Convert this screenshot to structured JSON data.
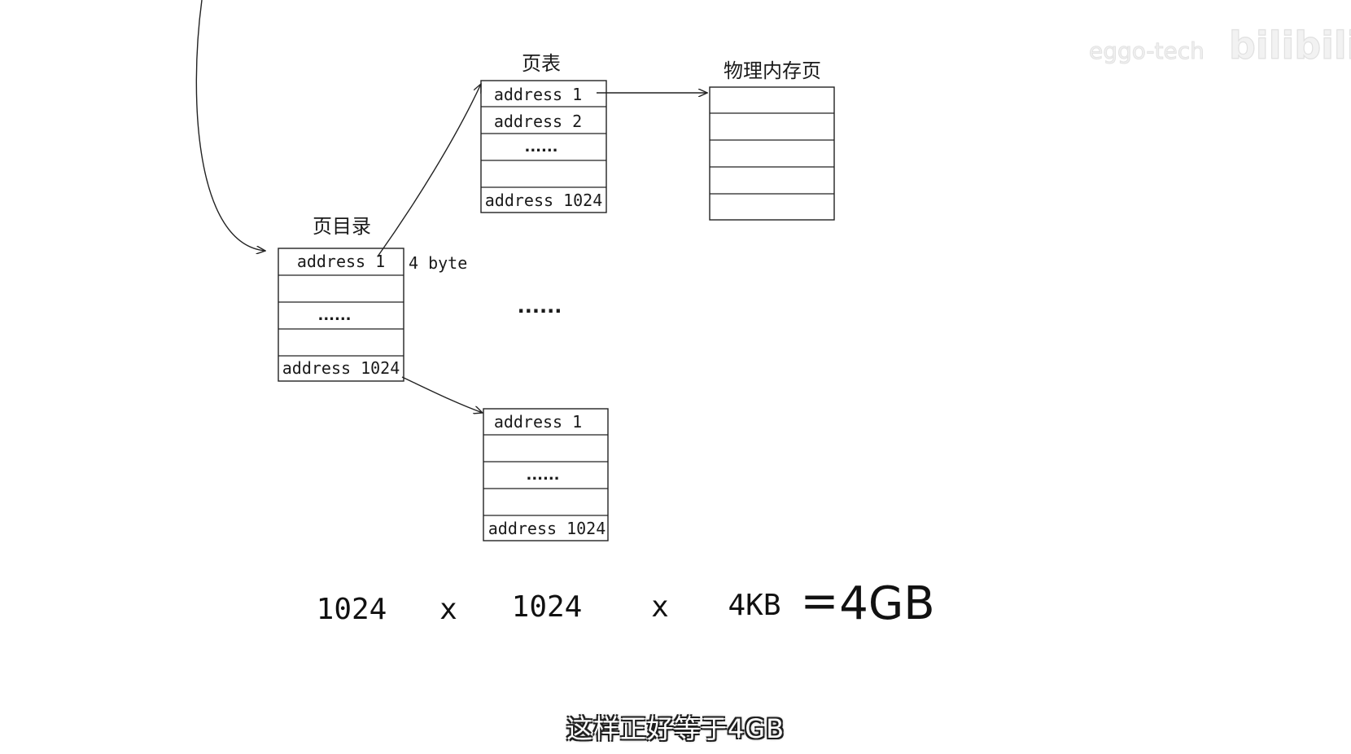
{
  "watermark": {
    "text": "eggo-tech",
    "logo": "bilibili"
  },
  "page_directory": {
    "title": "页目录",
    "rows": [
      "address 1",
      "",
      "......",
      "",
      "address 1024"
    ],
    "entry_size_note": "4 byte"
  },
  "page_table_top": {
    "title": "页表",
    "rows": [
      "address 1",
      "address 2",
      "......",
      "",
      "address 1024"
    ]
  },
  "page_table_bottom": {
    "rows": [
      "address 1",
      "",
      "......",
      "",
      "address 1024"
    ]
  },
  "physical_memory": {
    "title": "物理内存页",
    "rows": [
      "",
      "",
      "",
      "",
      ""
    ]
  },
  "middle_ellipsis": "......",
  "equation": {
    "a": "1024",
    "op1": "x",
    "b": "1024",
    "op2": "x",
    "c": "4KB",
    "eq": "=",
    "result": "4GB"
  },
  "subtitle": "这样正好等于4GB"
}
